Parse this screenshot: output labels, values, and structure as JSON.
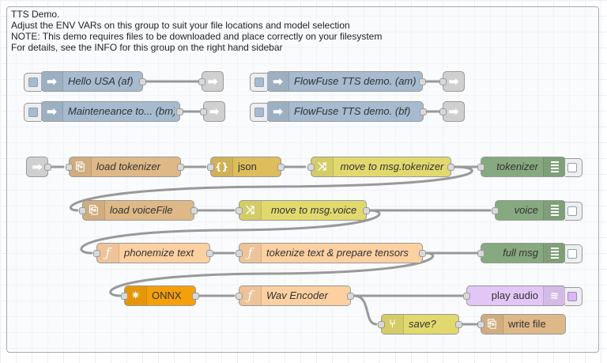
{
  "group": {
    "label_lines": [
      "TTS Demo.",
      "Adjust the ENV VARs on this group to suit your file locations and model selection",
      "NOTE: This demo requires files to be downloaded and place correctly on your filesystem",
      "For details, see the INFO for this group on the right hand sidebar"
    ]
  },
  "nodes": {
    "hello_usa": "Hello USA (af)",
    "flowfuse_am": "FlowFuse TTS demo. (am)",
    "mainteneance": "Mainteneance to... (bm)",
    "flowfuse_bf": "FlowFuse TTS demo. (bf)",
    "load_tokenizer": "load tokenizer",
    "json": "json",
    "move_tokenizer": "move to msg.tokenizer",
    "tokenizer_debug": "tokenizer",
    "load_voicefile": "load voiceFile",
    "move_voice": "move to msg.voice",
    "voice_debug": "voice",
    "phonemize": "phonemize text",
    "tokenize": "tokenize text & prepare tensors",
    "fullmsg_debug": "full msg",
    "onnx": "ONNX",
    "wav_encoder": "Wav Encoder",
    "play_audio": "play audio",
    "save": "save?",
    "write_file": "write file"
  },
  "icons": {
    "inject": "inject-arrow-icon",
    "link_out": "link-out-icon",
    "link_in": "link-in-icon",
    "file_in": "file-in-icon",
    "json": "json-icon",
    "change": "change-shuffle-icon",
    "debug": "debug-list-icon",
    "function": "function-f-icon",
    "onnx": "onnx-wand-icon",
    "switch": "switch-branch-icon",
    "audio": "audio-wave-icon",
    "file_out": "file-out-icon"
  },
  "colors": {
    "inject": "#a6bbcf",
    "link": "#dddddd",
    "file": "#deb887",
    "json": "#debd5c",
    "change": "#e2d96e",
    "debug": "#87a980",
    "function": "#fdd0a2",
    "onnx": "#f5a00a",
    "audio": "#e2c6f5"
  }
}
